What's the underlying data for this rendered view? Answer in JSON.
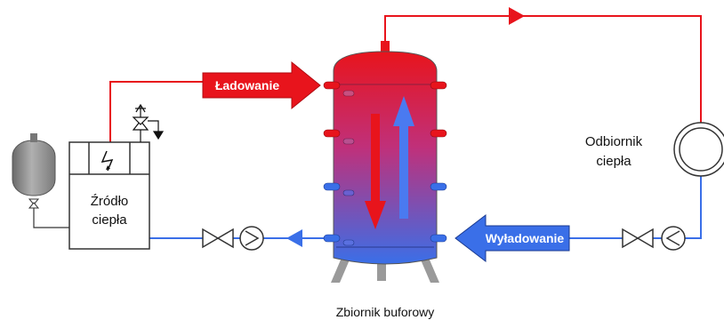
{
  "labels": {
    "heat_source_line1": "Źródło",
    "heat_source_line2": "ciepła",
    "receiver_line1": "Odbiornik",
    "receiver_line2": "ciepła",
    "tank": "Zbiornik buforowy",
    "charging": "Ładowanie",
    "discharging": "Wyładowanie"
  },
  "colors": {
    "hot": "#e8141c",
    "cold": "#3a6fe8",
    "tank_top": "#e8141c",
    "tank_bottom": "#3a6fe8",
    "vessel": "#8a8a8a"
  },
  "icons": {
    "source_symbol": "lightning-icon",
    "receiver": "heat-exchanger-icon",
    "pump": "pump-icon",
    "valve": "valve-icon",
    "safety_valve": "safety-valve-icon",
    "expansion_vessel": "expansion-vessel-icon",
    "check_valve": "check-valve-icon"
  }
}
